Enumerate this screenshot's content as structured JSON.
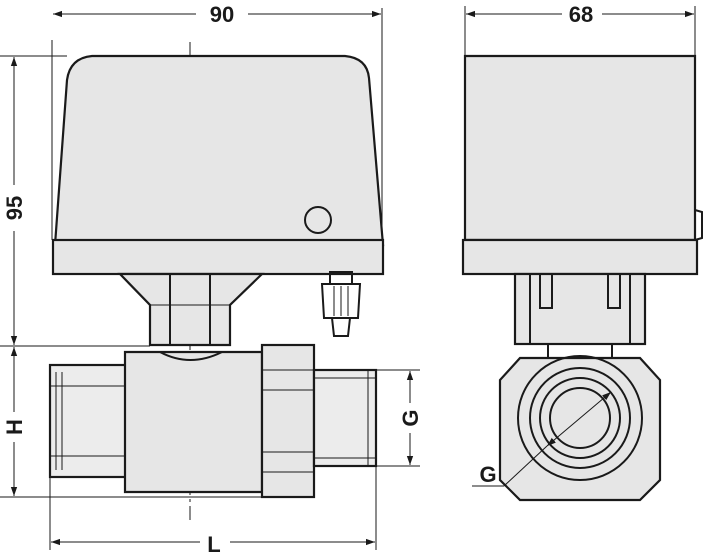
{
  "dimensions": {
    "width_top": "90",
    "width_side": "68",
    "height_actuator": "95",
    "height_body": "H",
    "length_body": "L",
    "thread_front": "G",
    "thread_side": "G"
  }
}
